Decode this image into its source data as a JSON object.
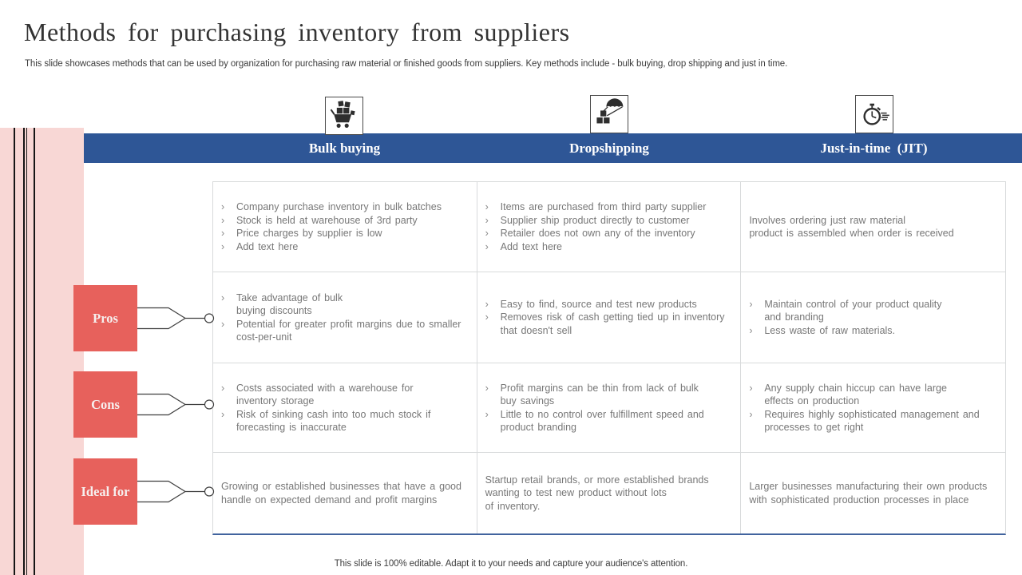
{
  "slide": {
    "title": "Methods for purchasing inventory from suppliers",
    "subtitle": "This slide showcases methods that can be used by organization for purchasing raw material or finished goods from suppliers. Key methods include - bulk buying, drop shipping and just in time.",
    "footer": "This slide is 100% editable. Adapt it to your needs and capture your audience's attention."
  },
  "bullet_char": "›",
  "columns": [
    {
      "label": "Bulk buying",
      "icon": "bulk-buying-cart-icon"
    },
    {
      "label": "Dropshipping",
      "icon": "dropshipping-parachute-icon"
    },
    {
      "label": "Just-in-time  (JIT)",
      "icon": "just-in-time-stopwatch-icon"
    }
  ],
  "row_labels": [
    "Pros",
    "Cons",
    "Ideal for"
  ],
  "table_rows": [
    {
      "name": "description-row",
      "cells": [
        {
          "type": "bullets",
          "items": [
            "Company purchase inventory in bulk batches",
            "Stock is held at warehouse of 3rd party",
            "Price charges by supplier is low",
            "Add text here"
          ]
        },
        {
          "type": "bullets",
          "items": [
            "Items are purchased from third party supplier",
            "Supplier ship product directly to customer",
            "Retailer does not own any of the inventory",
            "Add text here"
          ]
        },
        {
          "type": "text",
          "text": "Involves ordering just raw material\nproduct is assembled when order is received"
        }
      ]
    },
    {
      "name": "pros-row",
      "cells": [
        {
          "type": "bullets",
          "items": [
            "Take advantage of bulk\nbuying discounts",
            "Potential for greater profit margins due to smaller cost-per-unit"
          ]
        },
        {
          "type": "bullets",
          "items": [
            "Easy to find, source and test new products",
            "Removes risk of cash getting tied up in inventory that doesn't sell"
          ]
        },
        {
          "type": "bullets",
          "items": [
            "Maintain control of your product quality\nand branding",
            "Less waste of raw materials."
          ]
        }
      ]
    },
    {
      "name": "cons-row",
      "cells": [
        {
          "type": "bullets",
          "items": [
            "Costs associated with a warehouse for\ninventory storage",
            "Risk of sinking cash into too much stock if\nforecasting is inaccurate"
          ]
        },
        {
          "type": "bullets",
          "items": [
            "Profit margins can be thin from lack of bulk\nbuy savings",
            "Little to no control over fulfillment speed and\nproduct branding"
          ]
        },
        {
          "type": "bullets",
          "items": [
            "Any supply chain hiccup can have large\neffects on production",
            "Requires highly sophisticated management and\nprocesses to get right"
          ]
        }
      ]
    },
    {
      "name": "ideal-for-row",
      "cells": [
        {
          "type": "text",
          "text": "Growing or established businesses that have a good\nhandle on expected demand and profit margins"
        },
        {
          "type": "text",
          "text": "Startup retail brands, or more established brands\nwanting to test new product without lots\nof inventory."
        },
        {
          "type": "text",
          "text": "Larger businesses manufacturing their own products\nwith sophisticated production processes in place"
        }
      ]
    }
  ],
  "colors": {
    "header_blue": "#2e5696",
    "accent_red": "#e7615c",
    "stripe_pink": "#f8d7d5",
    "table_bottom_blue": "#41639e"
  }
}
